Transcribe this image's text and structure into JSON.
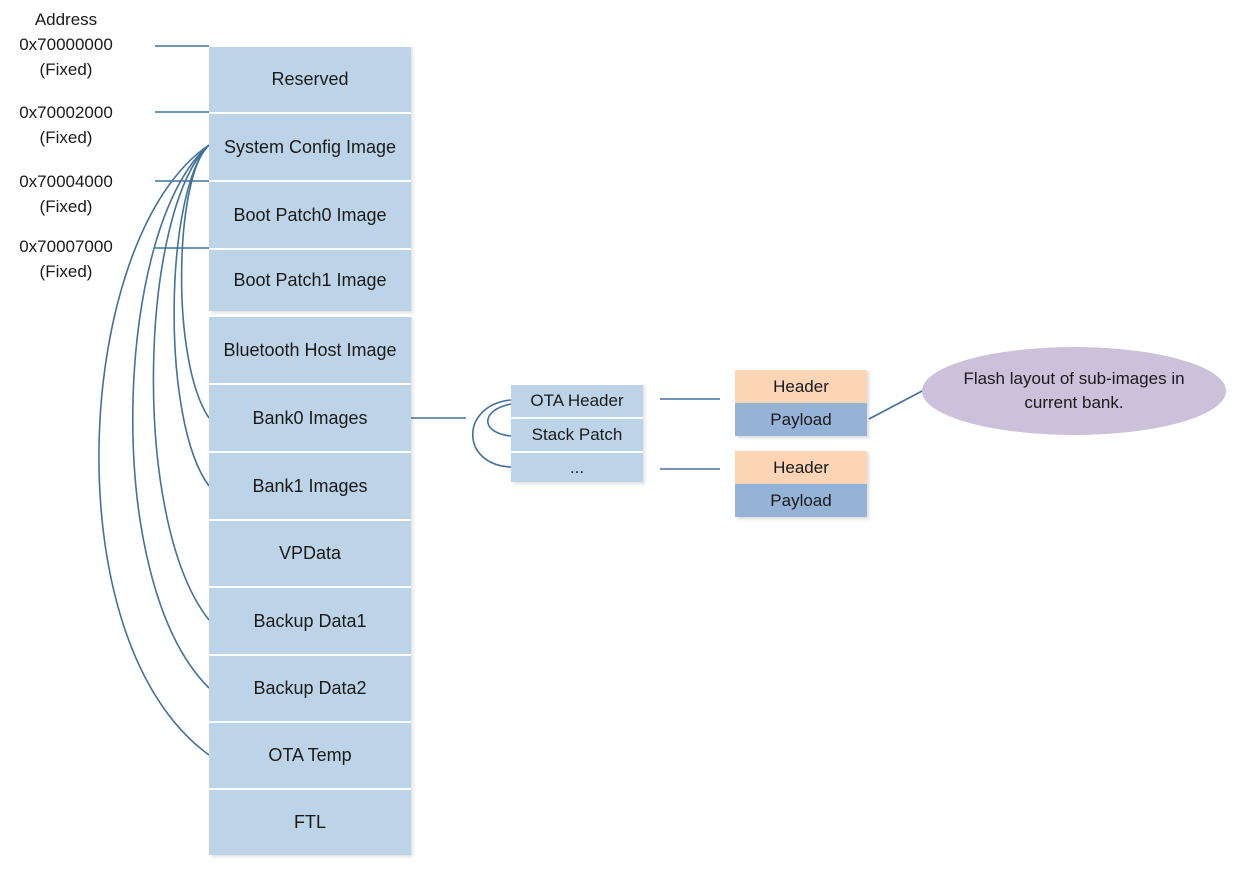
{
  "address_labels": [
    {
      "lines": [
        "Address",
        "0x70000000",
        "(Fixed)"
      ]
    },
    {
      "lines": [
        "0x70002000",
        "(Fixed)"
      ]
    },
    {
      "lines": [
        "0x70004000",
        "(Fixed)"
      ]
    },
    {
      "lines": [
        "0x70007000",
        "(Fixed)"
      ]
    }
  ],
  "flash_blocks": [
    "Reserved",
    "System Config Image",
    "Boot Patch0 Image",
    "Boot Patch1 Image",
    "Bluetooth Host Image",
    "Bank0 Images",
    "Bank1 Images",
    "VPData",
    "Backup Data1",
    "Backup Data2",
    "OTA Temp",
    "FTL"
  ],
  "bank_sub_images": [
    "OTA Header",
    "Stack Patch",
    "..."
  ],
  "sub_image_layout_a": {
    "header": "Header",
    "payload": "Payload"
  },
  "sub_image_layout_b": {
    "header": "Header",
    "payload": "Payload"
  },
  "callout": "Flash layout of sub-images in current bank.",
  "colors": {
    "block_fill": "#bdd4e8",
    "header_fill": "#fbd5b5",
    "payload_fill": "#95b3d7",
    "callout_fill": "#ccc1da",
    "connector": "#41719c"
  }
}
